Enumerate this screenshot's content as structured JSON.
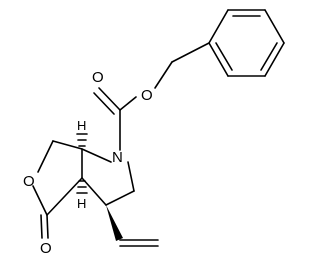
{
  "structure": {
    "atoms": {
      "o_carbonyl_top": "O",
      "o_ester": "O",
      "n_ring": "N",
      "o_lactone_ring": "O",
      "o_lactone_carbonyl": "O",
      "h_top": "H",
      "h_bottom": "H"
    }
  }
}
